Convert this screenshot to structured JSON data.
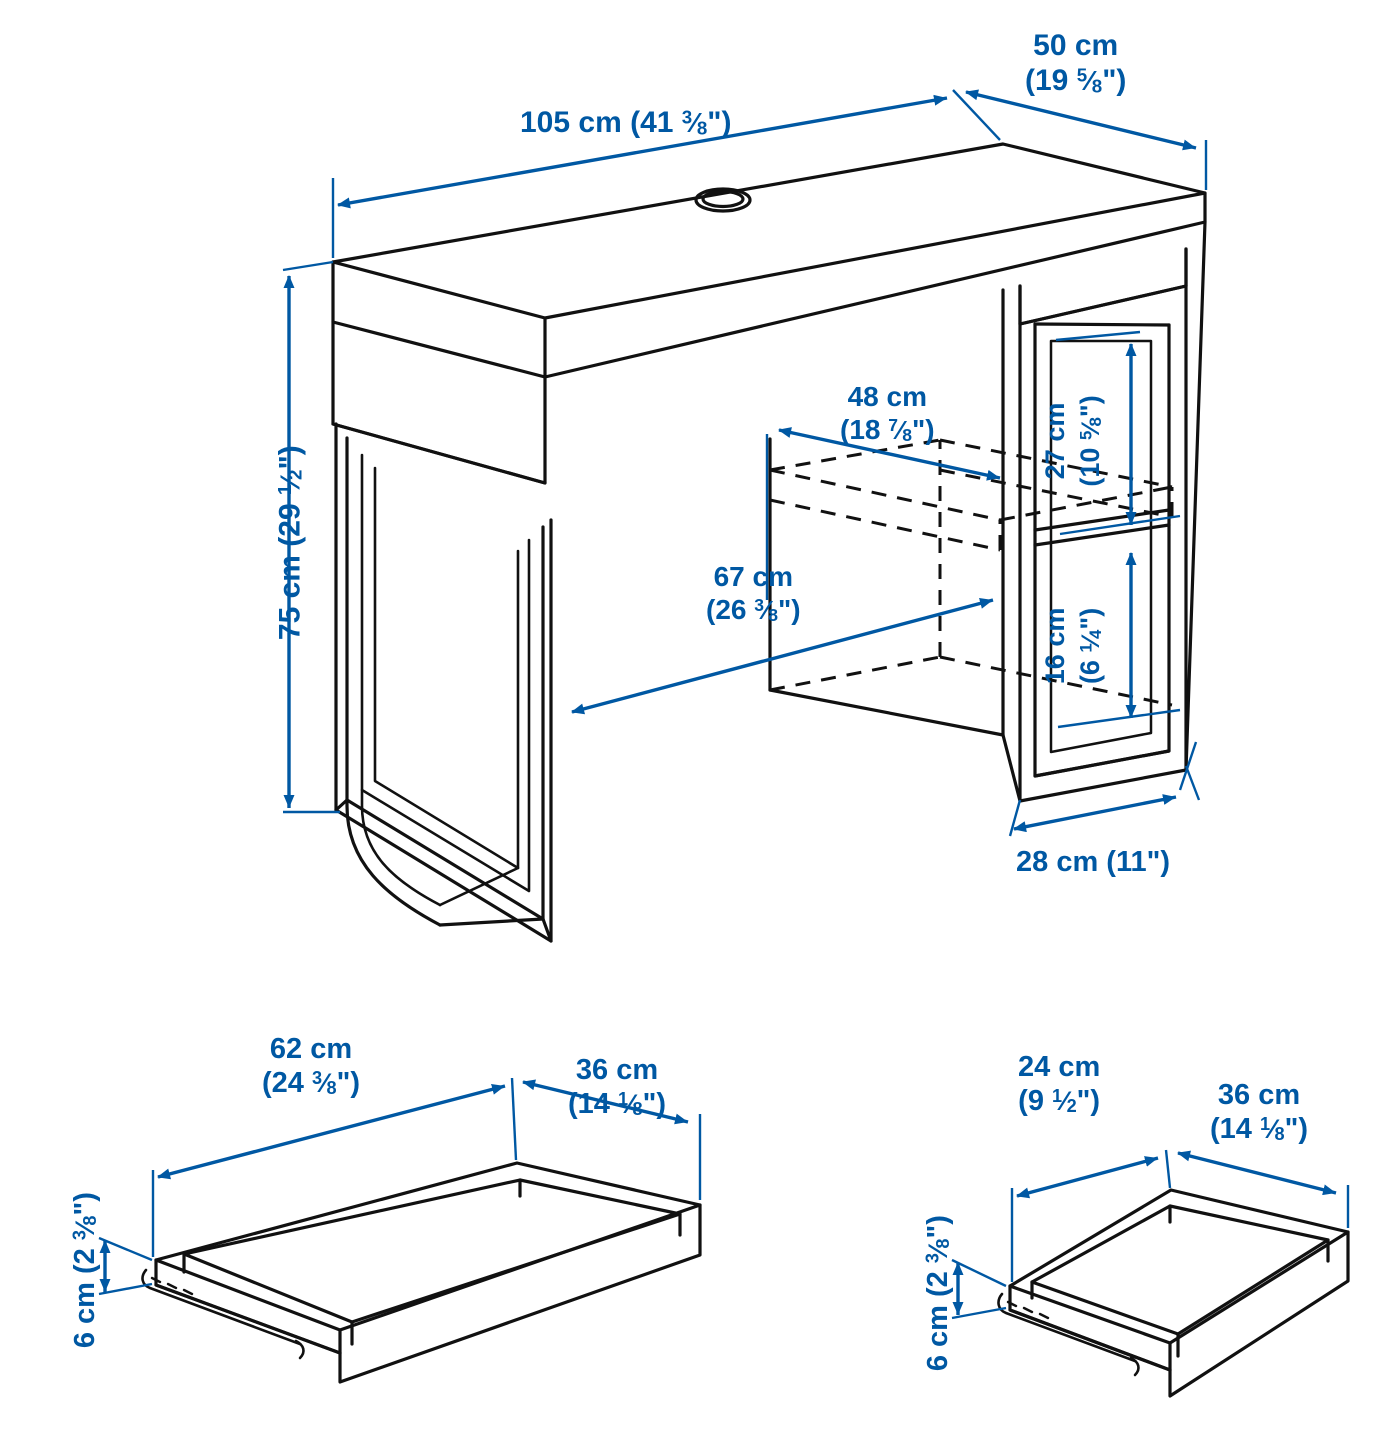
{
  "document": {
    "type": "furniture-dimension-drawing",
    "product": "desk with drawers",
    "accent_color": "#0058a3",
    "line_color": "#111111"
  },
  "views": [
    {
      "name": "main-desk-view",
      "label": "desk assembled isometric view"
    },
    {
      "name": "large-drawer-view",
      "label": "large drawer isometric view"
    },
    {
      "name": "small-drawer-view",
      "label": "small drawer isometric view"
    }
  ],
  "dimensions": {
    "desk_width": {
      "metric": "105 cm",
      "imperial": "(41 ",
      "imperial_num": "3",
      "imperial_den": "8",
      "imperial_tail": "\")"
    },
    "desk_depth": {
      "metric": "50 cm",
      "imperial": "(19 ",
      "imperial_num": "5",
      "imperial_den": "8",
      "imperial_tail": "\")"
    },
    "desk_height": {
      "metric": "75 cm",
      "imperial": "(29 ",
      "imperial_num": "1",
      "imperial_den": "2",
      "imperial_tail": "\")"
    },
    "shelf_depth": {
      "metric": "48 cm",
      "imperial": "(18 ",
      "imperial_num": "7",
      "imperial_den": "8",
      "imperial_tail": "\")"
    },
    "legroom_width": {
      "metric": "67 cm",
      "imperial": "(26 ",
      "imperial_num": "3",
      "imperial_den": "8",
      "imperial_tail": "\")"
    },
    "upper_compartment_height": {
      "metric": "27 cm",
      "imperial": "(10 ",
      "imperial_num": "5",
      "imperial_den": "8",
      "imperial_tail": "\")"
    },
    "lower_compartment_height": {
      "metric": "16 cm",
      "imperial": "(6 ",
      "imperial_num": "1",
      "imperial_den": "4",
      "imperial_tail": "\")"
    },
    "compartment_width": {
      "metric": "28 cm",
      "imperial": "(11\")",
      "imperial_num": "",
      "imperial_den": "",
      "imperial_tail": ""
    },
    "large_drawer_width": {
      "metric": "62 cm",
      "imperial": "(24 ",
      "imperial_num": "3",
      "imperial_den": "8",
      "imperial_tail": "\")"
    },
    "large_drawer_depth": {
      "metric": "36 cm",
      "imperial": "(14 ",
      "imperial_num": "1",
      "imperial_den": "8",
      "imperial_tail": "\")"
    },
    "large_drawer_height": {
      "metric": "6 cm",
      "imperial": "(2 ",
      "imperial_num": "3",
      "imperial_den": "8",
      "imperial_tail": "\")"
    },
    "small_drawer_width": {
      "metric": "24 cm",
      "imperial": "(9 ",
      "imperial_num": "1",
      "imperial_den": "2",
      "imperial_tail": "\")"
    },
    "small_drawer_depth": {
      "metric": "36 cm",
      "imperial": "(14 ",
      "imperial_num": "1",
      "imperial_den": "8",
      "imperial_tail": "\")"
    },
    "small_drawer_height": {
      "metric": "6 cm",
      "imperial": "(2 ",
      "imperial_num": "3",
      "imperial_den": "8",
      "imperial_tail": "\")"
    }
  },
  "labels": {
    "desk_width_line1": "105 cm (41 ",
    "desk_depth_line1": "50 cm",
    "desk_depth_line2": "(19 ",
    "desk_height": "75 cm (29 ",
    "shelf_depth_line1": "48 cm",
    "shelf_depth_line2": "(18 ",
    "legroom_line1": "67 cm",
    "legroom_line2": "(26 ",
    "upper_comp_line1": "27 cm",
    "upper_comp_line2": "(10 ",
    "lower_comp_line1": "16 cm",
    "lower_comp_line2": "(6 ",
    "comp_width": "28 cm (11\")",
    "large_drawer_w_line1": "62 cm",
    "large_drawer_w_line2": "(24 ",
    "large_drawer_d_line1": "36 cm",
    "large_drawer_d_line2": "(14 ",
    "drawer_h": "6 cm (2 ",
    "small_drawer_w_line1": "24 cm",
    "small_drawer_w_line2": "(9 ",
    "small_drawer_d_line1": "36 cm",
    "small_drawer_d_line2": "(14 "
  }
}
